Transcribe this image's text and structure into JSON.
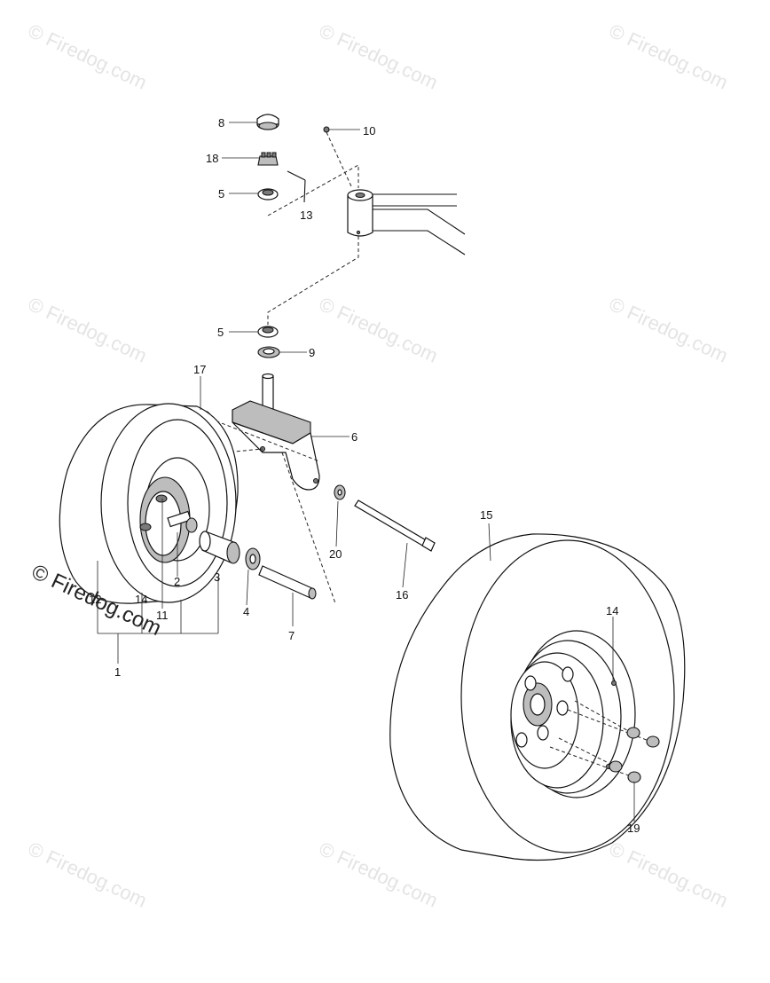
{
  "watermark": {
    "text": "© Firedog.com",
    "tiles": [
      {
        "t": "© Firedog.com"
      },
      {
        "t": "© Firedog.com"
      },
      {
        "t": "© Firedog.com"
      },
      {
        "t": "© Firedog.com"
      },
      {
        "t": "© Firedog.com"
      },
      {
        "t": "© Firedog.com"
      },
      {
        "t": "© Firedog.com"
      },
      {
        "t": "© Firedog.com"
      },
      {
        "t": "© Firedog.com"
      }
    ],
    "prominent": "© Firedog.com"
  },
  "callouts": {
    "c1": "1",
    "c2": "2",
    "c3": "3",
    "c4": "4",
    "c5a": "5",
    "c5b": "5",
    "c6": "6",
    "c7": "7",
    "c8": "8",
    "c9": "9",
    "c10": "10",
    "c11": "11",
    "c12": "12",
    "c13": "13",
    "c14a": "14",
    "c14b": "14",
    "c15": "15",
    "c16": "16",
    "c17": "17",
    "c18": "18",
    "c19": "19",
    "c20": "20"
  }
}
